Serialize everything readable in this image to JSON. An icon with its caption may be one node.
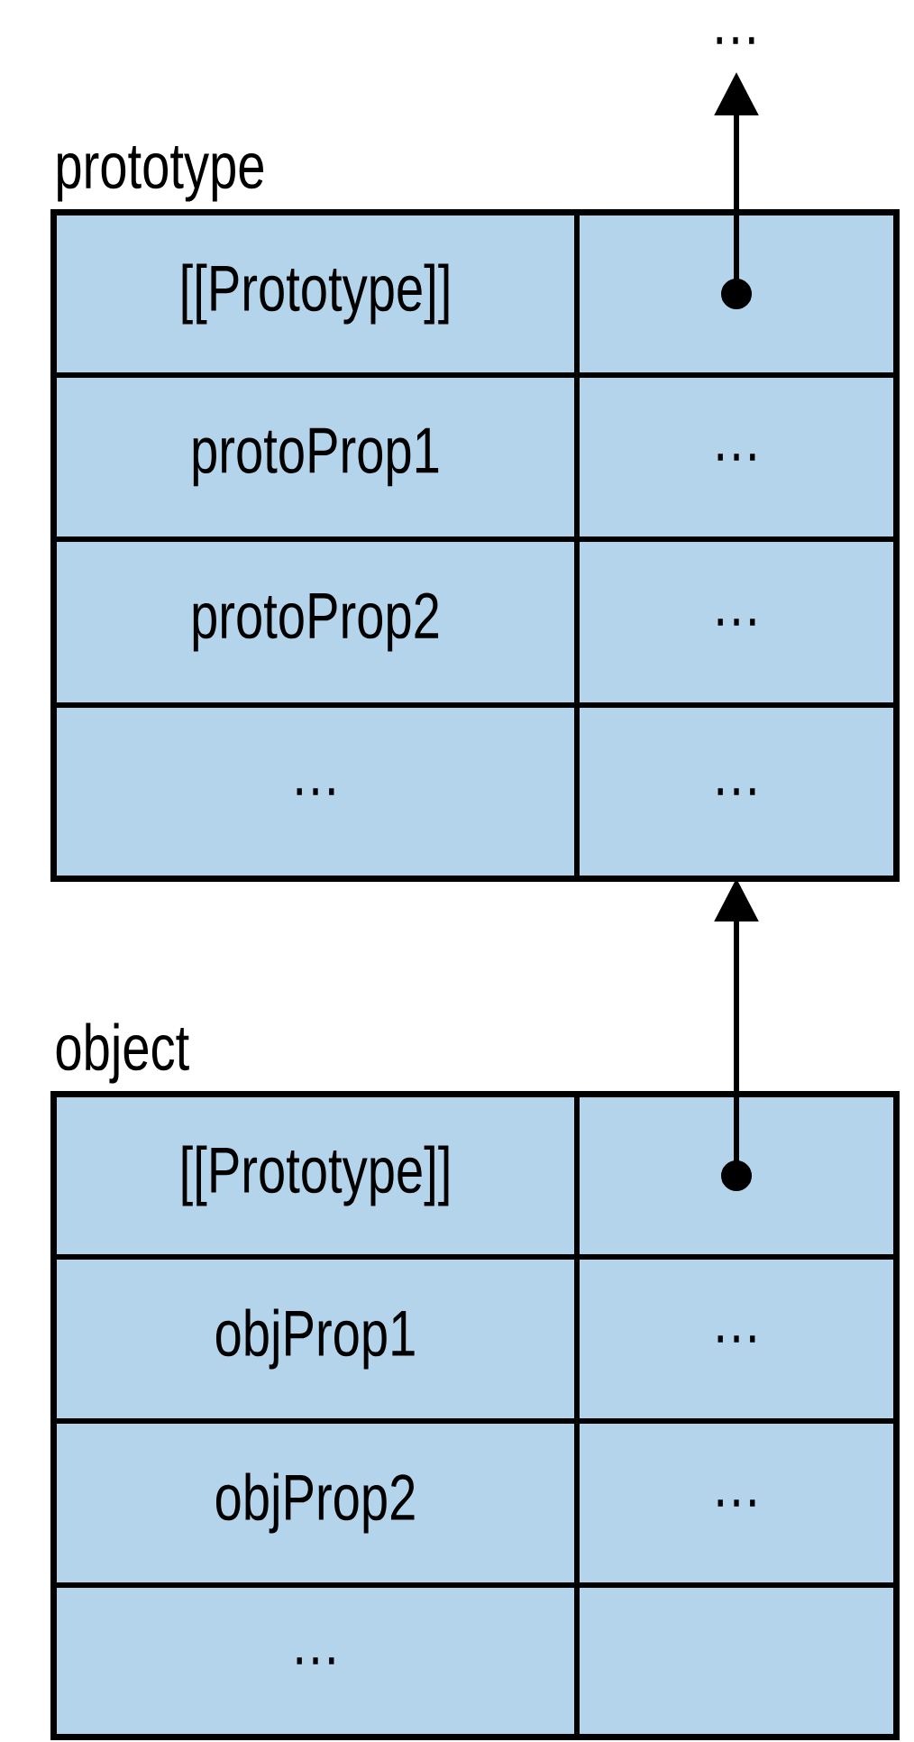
{
  "diagram": {
    "nodes": [
      {
        "text": [
          "…"
        ]
      },
      {
        "text": [
          "prototype"
        ]
      },
      {
        "text": [
          "[[Prototype]]"
        ],
        "in": 1
      },
      {
        "text": [],
        "shape": "box",
        "in": 1
      },
      {
        "text": [
          "protoProp1"
        ],
        "in": 1
      },
      {
        "text": [
          "…"
        ],
        "in": 1
      },
      {
        "text": [
          "protoProp2"
        ],
        "in": 1
      },
      {
        "text": [
          "…"
        ],
        "in": 1
      },
      {
        "text": [
          "…"
        ],
        "in": 1
      },
      {
        "text": [
          "…"
        ],
        "in": 1
      },
      {
        "text": [
          "object"
        ]
      },
      {
        "text": [
          "[[Prototype]]"
        ],
        "in": 10
      },
      {
        "text": [],
        "shape": "box",
        "in": 10
      },
      {
        "text": [
          "objProp1"
        ],
        "in": 10
      },
      {
        "text": [
          "…"
        ],
        "in": 10
      },
      {
        "text": [
          "objProp2"
        ],
        "in": 10
      },
      {
        "text": [
          "…"
        ],
        "in": 10
      },
      {
        "text": [
          "…"
        ],
        "in": 10
      },
      {
        "text": [],
        "shape": "box",
        "in": 10
      }
    ],
    "edges": [
      {
        "from": 3,
        "to": 0,
        "arrow": "to"
      },
      {
        "from": 12,
        "to": 1,
        "arrow": "to"
      }
    ]
  }
}
